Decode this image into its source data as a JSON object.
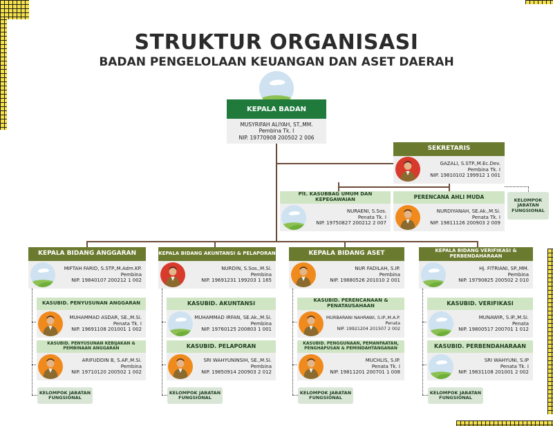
{
  "header": {
    "title": "STRUKTUR ORGANISASI",
    "subtitle": "BADAN PENGELOLAAN KEUANGAN DAN ASET DAERAH"
  },
  "colors": {
    "olive": "#6a7a2e",
    "green": "#1f7a3c",
    "light_green": "#cfe5c4",
    "yellow": "#f4e04a",
    "connector": "#6a4a36"
  },
  "kepala": {
    "title": "KEPALA BADAN",
    "name": "MUSYRIFAH ALIYAH, ST.,MM.",
    "rank": "Pembina Tk. I",
    "nip": "NIP. 19770908 200502 2 006",
    "icon": "placeholder-avatar"
  },
  "sekretaris": {
    "title": "SEKRETARIS",
    "name": "GAZALI, S.STP.,M.Ec.Dev.",
    "rank": "Pembina Tk. I",
    "nip": "NIP. 19810102 199912 1 001",
    "icon": "person-photo-red"
  },
  "kasubbag": {
    "title": "Plt. KASUBBAG UMUM DAN KEPEGAWAIAN",
    "name": "NURAENI, S.Sos.",
    "rank": "Penata Tk. I",
    "nip": "NIP. 19750827 200212 2 007",
    "icon": "placeholder-avatar"
  },
  "perencana": {
    "title": "PERENCANA AHLI MUDA",
    "name": "NURDIYANAH, SE.Ak.,M.Si.",
    "rank": "Penata Tk. I",
    "nip": "NIP. 19811126 200903 2 009",
    "icon": "person-photo-orange"
  },
  "kjf_top": "KELOMPOK JABATAN FUNGSIONAL",
  "bidang": [
    {
      "title": "KEPALA BIDANG ANGGARAN",
      "name": "MIFTAH FARID, S.STP.,M.Adm.KP.",
      "rank": "Pembina",
      "nip": "NIP. 19840107 200212 1 002",
      "subs": [
        {
          "title": "KASUBID. PENYUSUNAN ANGGARAN",
          "name": "MUHAMMAD ASDAR, SE.,M.Si.",
          "rank": "Penata Tk. I",
          "nip": "NIP. 19691108 201001 1 002"
        },
        {
          "title": "KASUBID. PENYUSUNAN KEBIJAKAN & PEMBINAAN ANGGARAN",
          "name": "ARIFUDDIN B, S.AP.,M.Si.",
          "rank": "Pembina",
          "nip": "NIP. 19710120 200502 1 002"
        }
      ],
      "kjf": "KELOMPOK JABATAN FUNGSIONAL"
    },
    {
      "title": "KEPALA BIDANG AKUNTANSI & PELAPORAN",
      "name": "NURDIN, S.Sos.,M.Si.",
      "rank": "Pembina",
      "nip": "NIP. 19691231 199203 1 165",
      "subs": [
        {
          "title": "KASUBID. AKUNTANSI",
          "name": "MUHAMMAD IRFAN, SE.Ak.,M.Si.",
          "rank": "Pembina",
          "nip": "NIP. 19760125 200803 1 001"
        },
        {
          "title": "KASUBID. PELAPORAN",
          "name": "SRI WAHYUNINSIH, SE.,M.Si.",
          "rank": "Pembina",
          "nip": "NIP. 19850914 200903 2 012"
        }
      ],
      "kjf": "KELOMPOK JABATAN FUNGSIONAL"
    },
    {
      "title": "KEPALA BIDANG ASET",
      "name": "NUR FADILAH, S.IP.",
      "rank": "Pembina",
      "nip": "NIP. 19880526 201010 2 001",
      "subs": [
        {
          "title": "KASUBID. PERENCANAAN & PENATAUSAHAAN",
          "name": "MURBARANI NAHRAWI, S.IP.,M.A.P.",
          "rank": "Penata",
          "nip": "NIP. 19921204 201507 2 002"
        },
        {
          "title": "KASUBID. PENGGUNAAN, PEMANFAATAN, PENGHAPUSAN & PEMINDAHTANGANAN",
          "name": "MUCHLIS, S.IP.",
          "rank": "Penata Tk. I",
          "nip": "NIP. 19811201 200701 1 008"
        }
      ],
      "kjf": "KELOMPOK JABATAN FUNGSIONAL"
    },
    {
      "title": "KEPALA BIDANG VERIFIKASI & PERBENDAHARAAN",
      "name": "Hj. FITRIANI, SP.,MM.",
      "rank": "Pembina",
      "nip": "NIP. 19790825 200502 2 010",
      "subs": [
        {
          "title": "KASUBID. VERIFIKASI",
          "name": "MUNAWIR, S.IP.,M.Si.",
          "rank": "Penata",
          "nip": "NIP. 19800517 200701 1 012"
        },
        {
          "title": "KASUBID. PERBENDAHARAAN",
          "name": "SRI WAHYUNI, S.IP",
          "rank": "Penata Tk. I",
          "nip": "NIP. 19831108 201001 2 002"
        }
      ],
      "kjf": "KELOMPOK JABATAN FUNGSIONAL"
    }
  ]
}
